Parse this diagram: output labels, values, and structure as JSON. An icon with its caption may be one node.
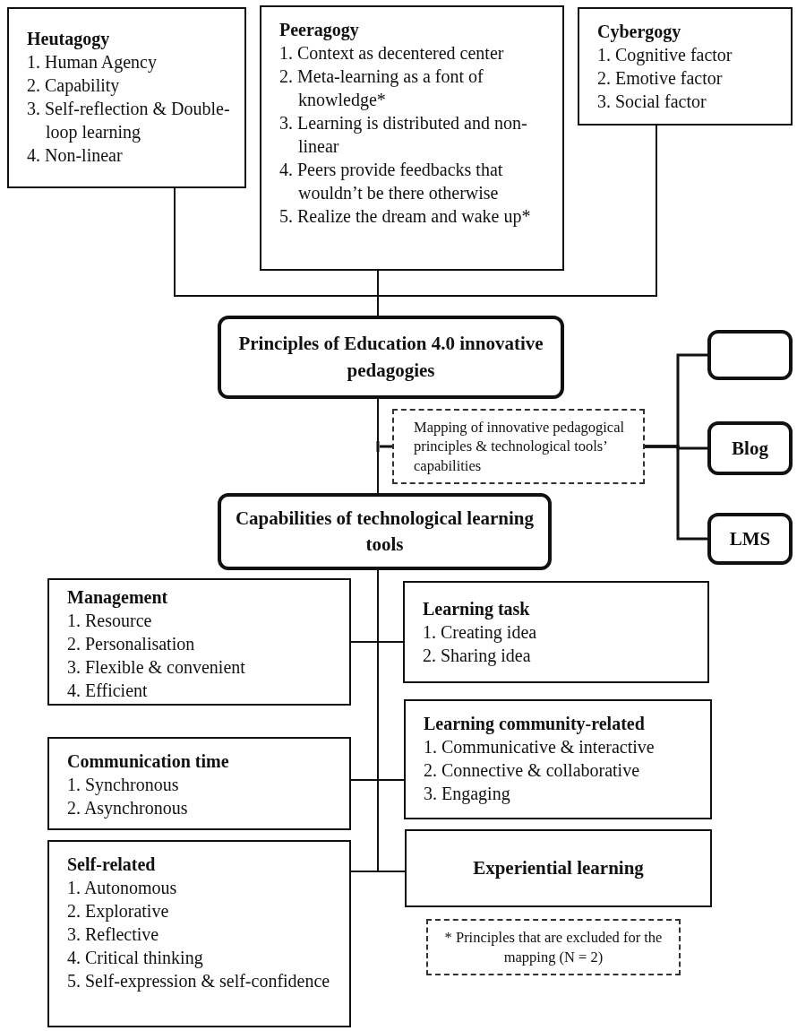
{
  "diagram": {
    "nodes": [
      {
        "text": [
          "Heutagogy",
          "1. Human Agency",
          "2. Capability",
          "3. Self-reflection & Double-loop learning",
          "4. Non-linear"
        ]
      },
      {
        "text": [
          "Peeragogy",
          "1. Context as decentered center",
          "2. Meta-learning as a font of knowledge*",
          "3. Learning is distributed and non-linear",
          "4. Peers provide feedbacks that wouldn’t be there otherwise",
          "5. Realize the dream and wake up*"
        ]
      },
      {
        "text": [
          "Cybergogy",
          "1. Cognitive factor",
          "2. Emotive factor",
          "3. Social factor"
        ]
      },
      {
        "text": [
          "Principles of Education 4.0 innovative pedagogies"
        ]
      },
      {
        "text": [
          "Mapping of innovative pedagogical principles & technological tools’ capabilities"
        ]
      },
      {
        "text": [
          "Capabilities of technological learning tools"
        ]
      },
      {
        "text": [],
        "shape": "box"
      },
      {
        "text": [
          "Blog"
        ]
      },
      {
        "text": [
          "LMS"
        ]
      },
      {
        "text": [
          "Management",
          "1. Resource",
          "2. Personalisation",
          "3. Flexible & convenient",
          "4. Efficient"
        ]
      },
      {
        "text": [
          "Learning task",
          "1. Creating idea",
          "2. Sharing idea"
        ]
      },
      {
        "text": [
          "Communication time",
          "1. Synchronous",
          "2. Asynchronous"
        ]
      },
      {
        "text": [
          "Learning community-related",
          "1. Communicative & interactive",
          "2. Connective & collaborative",
          "3. Engaging"
        ]
      },
      {
        "text": [
          "Self-related",
          "1. Autonomous",
          "2. Explorative",
          "3. Reflective",
          "4. Critical thinking",
          "5. Self-expression & self-confidence"
        ]
      },
      {
        "text": [
          "Experiential learning"
        ]
      },
      {
        "text": [
          "* Principles that are excluded for the mapping (N = 2)"
        ]
      }
    ],
    "edges": [
      {
        "from": 0,
        "to": 3,
        "arrow": "none"
      },
      {
        "from": 1,
        "to": 3,
        "arrow": "none"
      },
      {
        "from": 2,
        "to": 3,
        "arrow": "none"
      },
      {
        "from": 3,
        "to": 5,
        "arrow": "none"
      },
      {
        "from": 4,
        "to": null,
        "arrow": "none"
      },
      {
        "from": 4,
        "to": 6,
        "arrow": "none"
      },
      {
        "from": 4,
        "to": 7,
        "arrow": "none"
      },
      {
        "from": 4,
        "to": 8,
        "arrow": "none"
      },
      {
        "from": 5,
        "to": 9,
        "arrow": "none"
      },
      {
        "from": 5,
        "to": 10,
        "arrow": "none"
      },
      {
        "from": 5,
        "to": 11,
        "arrow": "none"
      },
      {
        "from": 5,
        "to": 12,
        "arrow": "none"
      },
      {
        "from": 5,
        "to": 13,
        "arrow": "none"
      },
      {
        "from": 5,
        "to": 14,
        "arrow": "none"
      }
    ]
  }
}
